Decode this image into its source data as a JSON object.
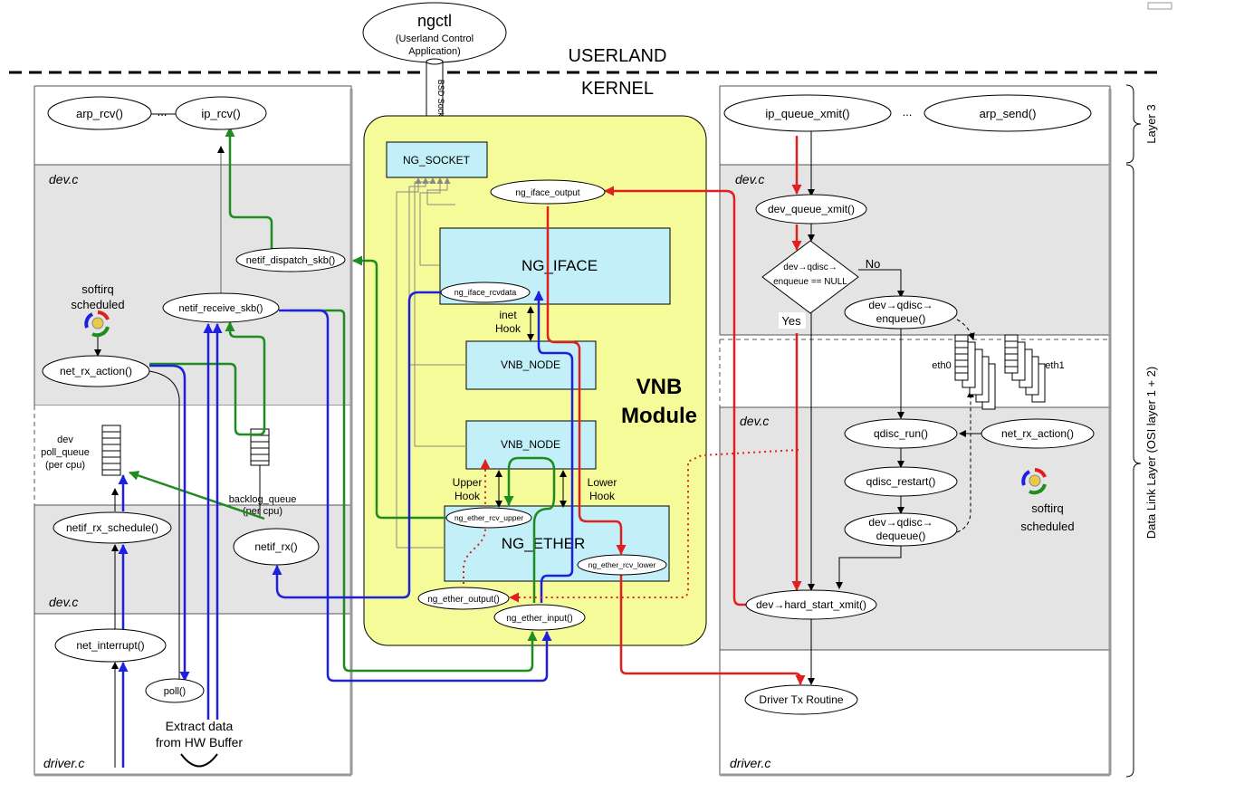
{
  "header": {
    "ngctl_title": "ngctl",
    "ngctl_sub1": "(Userland Control",
    "ngctl_sub2": "Application)",
    "bsd_socket": "BSD Socket",
    "userland": "USERLAND",
    "kernel": "KERNEL"
  },
  "left": {
    "arp_rcv": "arp_rcv()",
    "ellipsis": "...",
    "ip_rcv": "ip_rcv()",
    "dev_c": "dev.c",
    "netif_dispatch_skb": "netif_dispatch_skb()",
    "netif_receive_skb": "netif_receive_skb()",
    "softirq_1": "softirq",
    "softirq_2": "scheduled",
    "net_rx_action": "net_rx_action()",
    "poll_queue_1": "dev",
    "poll_queue_2": "poll_queue",
    "poll_queue_3": "(per cpu)",
    "backlog_1": "backlog_queue",
    "backlog_2": "(per cpu)",
    "netif_rx_schedule": "netif_rx_schedule()",
    "netif_rx": "netif_rx()",
    "dev_c_2": "dev.c",
    "net_interrupt": "net_interrupt()",
    "poll": "poll()",
    "extract_1": "Extract data",
    "extract_2": "from HW Buffer",
    "driver_c": "driver.c"
  },
  "vnb": {
    "ng_socket": "NG_SOCKET",
    "ng_iface_output": "ng_iface_output",
    "ng_iface": "NG_IFACE",
    "ng_iface_rcvdata": "ng_iface_rcvdata",
    "inet_hook_1": "inet",
    "inet_hook_2": "Hook",
    "vnb_node_1": "VNB_NODE",
    "vnb_node_2": "VNB_NODE",
    "title_1": "VNB",
    "title_2": "Module",
    "upper_hook_1": "Upper",
    "upper_hook_2": "Hook",
    "lower_hook_1": "Lower",
    "lower_hook_2": "Hook",
    "ng_ether_rcv_upper": "ng_ether_rcv_upper",
    "ng_ether": "NG_ETHER",
    "ng_ether_rcv_lower": "ng_ether_rcv_lower",
    "ng_ether_output": "ng_ether_output()",
    "ng_ether_input": "ng_ether_input()"
  },
  "right": {
    "ip_queue_xmit": "ip_queue_xmit()",
    "ellipsis": "...",
    "arp_send": "arp_send()",
    "dev_c": "dev.c",
    "dev_queue_xmit": "dev_queue_xmit()",
    "decision_1": "dev→qdisc→",
    "decision_2": "enqueue == NULL",
    "no": "No",
    "yes": "Yes",
    "enqueue_1": "dev→qdisc→",
    "enqueue_2": "enqueue()",
    "eth0": "eth0",
    "eth1": "eth1",
    "dev_c_2": "dev.c",
    "qdisc_run": "qdisc_run()",
    "net_rx_action": "net_rx_action()",
    "qdisc_restart": "qdisc_restart()",
    "softirq_1": "softirq",
    "softirq_2": "scheduled",
    "dequeue_1": "dev→qdisc→",
    "dequeue_2": "dequeue()",
    "hard_start_xmit": "dev→hard_start_xmit()",
    "driver_tx": "Driver Tx Routine",
    "driver_c": "driver.c"
  },
  "side": {
    "layer3": "Layer 3",
    "data_link": "Data Link Layer (OSI layer 1 + 2)"
  },
  "colors": {
    "green_path": "#1e8c1e",
    "blue_path": "#1f1fe0",
    "red_path": "#e01f1f",
    "vnb_fill": "#f6fb99",
    "node_fill": "#c2eff8",
    "panel_grey": "#e4e4e4"
  }
}
